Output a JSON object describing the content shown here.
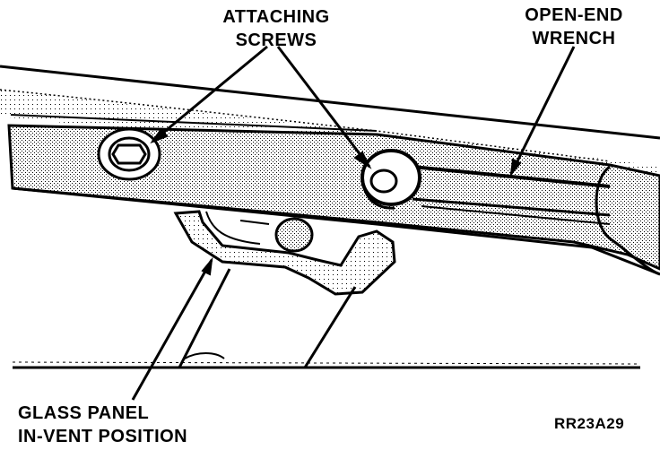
{
  "labels": {
    "attaching_line1": "ATTACHING",
    "attaching_line2": "SCREWS",
    "wrench_line1": "OPEN-END",
    "wrench_line2": "WRENCH",
    "glass_line1": "GLASS PANEL",
    "glass_line2": "IN-VENT POSITION",
    "figure_code": "RR23A29"
  }
}
